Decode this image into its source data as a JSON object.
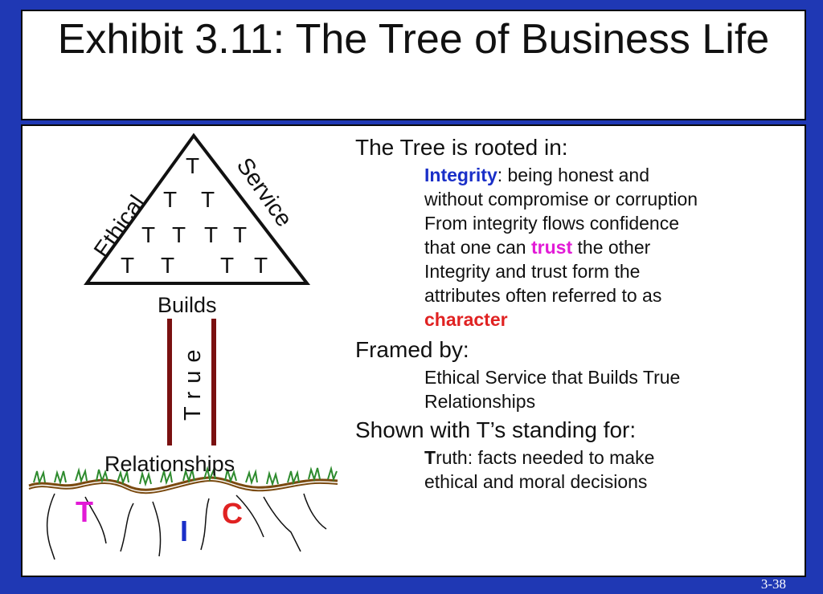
{
  "title": "Exhibit 3.11: The Tree of Business Life",
  "page_number": "3-38",
  "diagram": {
    "t_rows": [
      [
        "T"
      ],
      [
        "T",
        "T"
      ],
      [
        "T",
        "T",
        "T",
        "T"
      ],
      [
        "T",
        "T",
        "T",
        "T"
      ]
    ],
    "left_side_label": "Ethical",
    "right_side_label": "Service",
    "base_label": "Builds",
    "trunk_label": "True",
    "ground_label": "Relationships",
    "roots": [
      {
        "letter": "T",
        "color": "#e21ad6"
      },
      {
        "letter": "I",
        "color": "#1a2fc8"
      },
      {
        "letter": "C",
        "color": "#e02222"
      }
    ],
    "colors": {
      "trunk": "#7a1010",
      "grass": "#2e8b2e",
      "soil": "#7a4a10"
    }
  },
  "text": {
    "heading1": "The Tree is rooted in:",
    "integrity_word": "Integrity",
    "integrity_rest": ": being honest and",
    "line2": "without compromise or corruption",
    "line3": "From integrity flows confidence",
    "line4_a": "that one can ",
    "trust_word": "trust",
    "line4_b": " the other",
    "line5": "Integrity and trust form the",
    "line6": "attributes often referred to as",
    "character_word": "character",
    "heading2": "Framed by:",
    "framed1": "Ethical Service that Builds True",
    "framed2": "Relationships",
    "heading3": "Shown with T’s standing for:",
    "truth_letter": "T",
    "truth_rest": "ruth: facts needed to make",
    "truth2": "ethical and moral decisions"
  }
}
